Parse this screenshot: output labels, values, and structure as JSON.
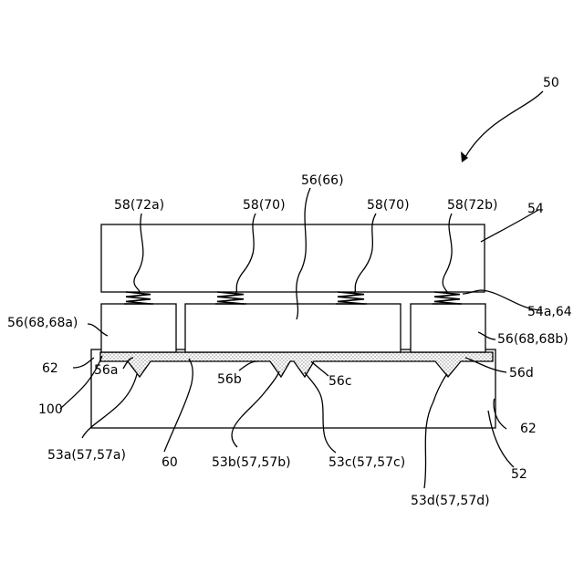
{
  "figure": {
    "ref_main": "50",
    "labels": {
      "l58_72a": "58(72a)",
      "l58_70_left": "58(70)",
      "l56_66": "56(66)",
      "l58_70_right": "58(70)",
      "l58_72b": "58(72b)",
      "l54": "54",
      "l54a_64": "54a,64",
      "l56_68a": "56(68,68a)",
      "l56_68b": "56(68,68b)",
      "l62_left": "62",
      "l62_right": "62",
      "l100": "100",
      "l56a": "56a",
      "l56b": "56b",
      "l56c": "56c",
      "l56d": "56d",
      "l53a": "53a(57,57a)",
      "l60": "60",
      "l53b": "53b(57,57b)",
      "l53c": "53c(57,57c)",
      "l52": "52",
      "l53d": "53d(57,57d)"
    }
  }
}
